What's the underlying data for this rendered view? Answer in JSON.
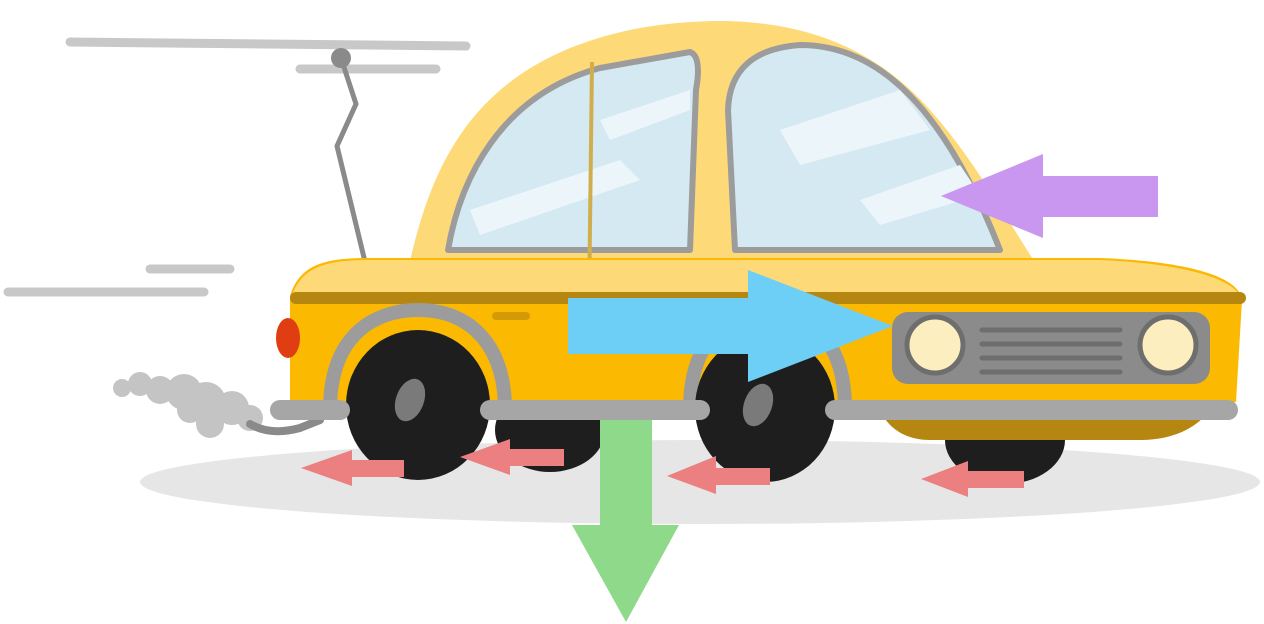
{
  "figure": {
    "subject": "car-icon",
    "colors": {
      "body_yellow": "#fbb902",
      "body_light": "#fdd978",
      "trim": "#b58710",
      "frame_gray": "#9c9c9c",
      "glass": "#d4e9f2",
      "tire": "#1e1e1e",
      "hubcap": "#7a7a7a",
      "shadow": "#e6e6e6",
      "exhaust": "#c4c4c4",
      "taillight": "#e03d12",
      "headlight": "#fdeec0",
      "grille": "#8b8b8b"
    },
    "arrows": [
      {
        "name": "thrust-arrow",
        "direction": "right",
        "color": "#6dcff6"
      },
      {
        "name": "drag-arrow",
        "direction": "left",
        "color": "#c997f0"
      },
      {
        "name": "weight-arrow",
        "direction": "down",
        "color": "#8fd98a"
      },
      {
        "name": "friction-arrows",
        "direction": "left",
        "color": "#ec7f7f",
        "count": 4
      }
    ]
  }
}
